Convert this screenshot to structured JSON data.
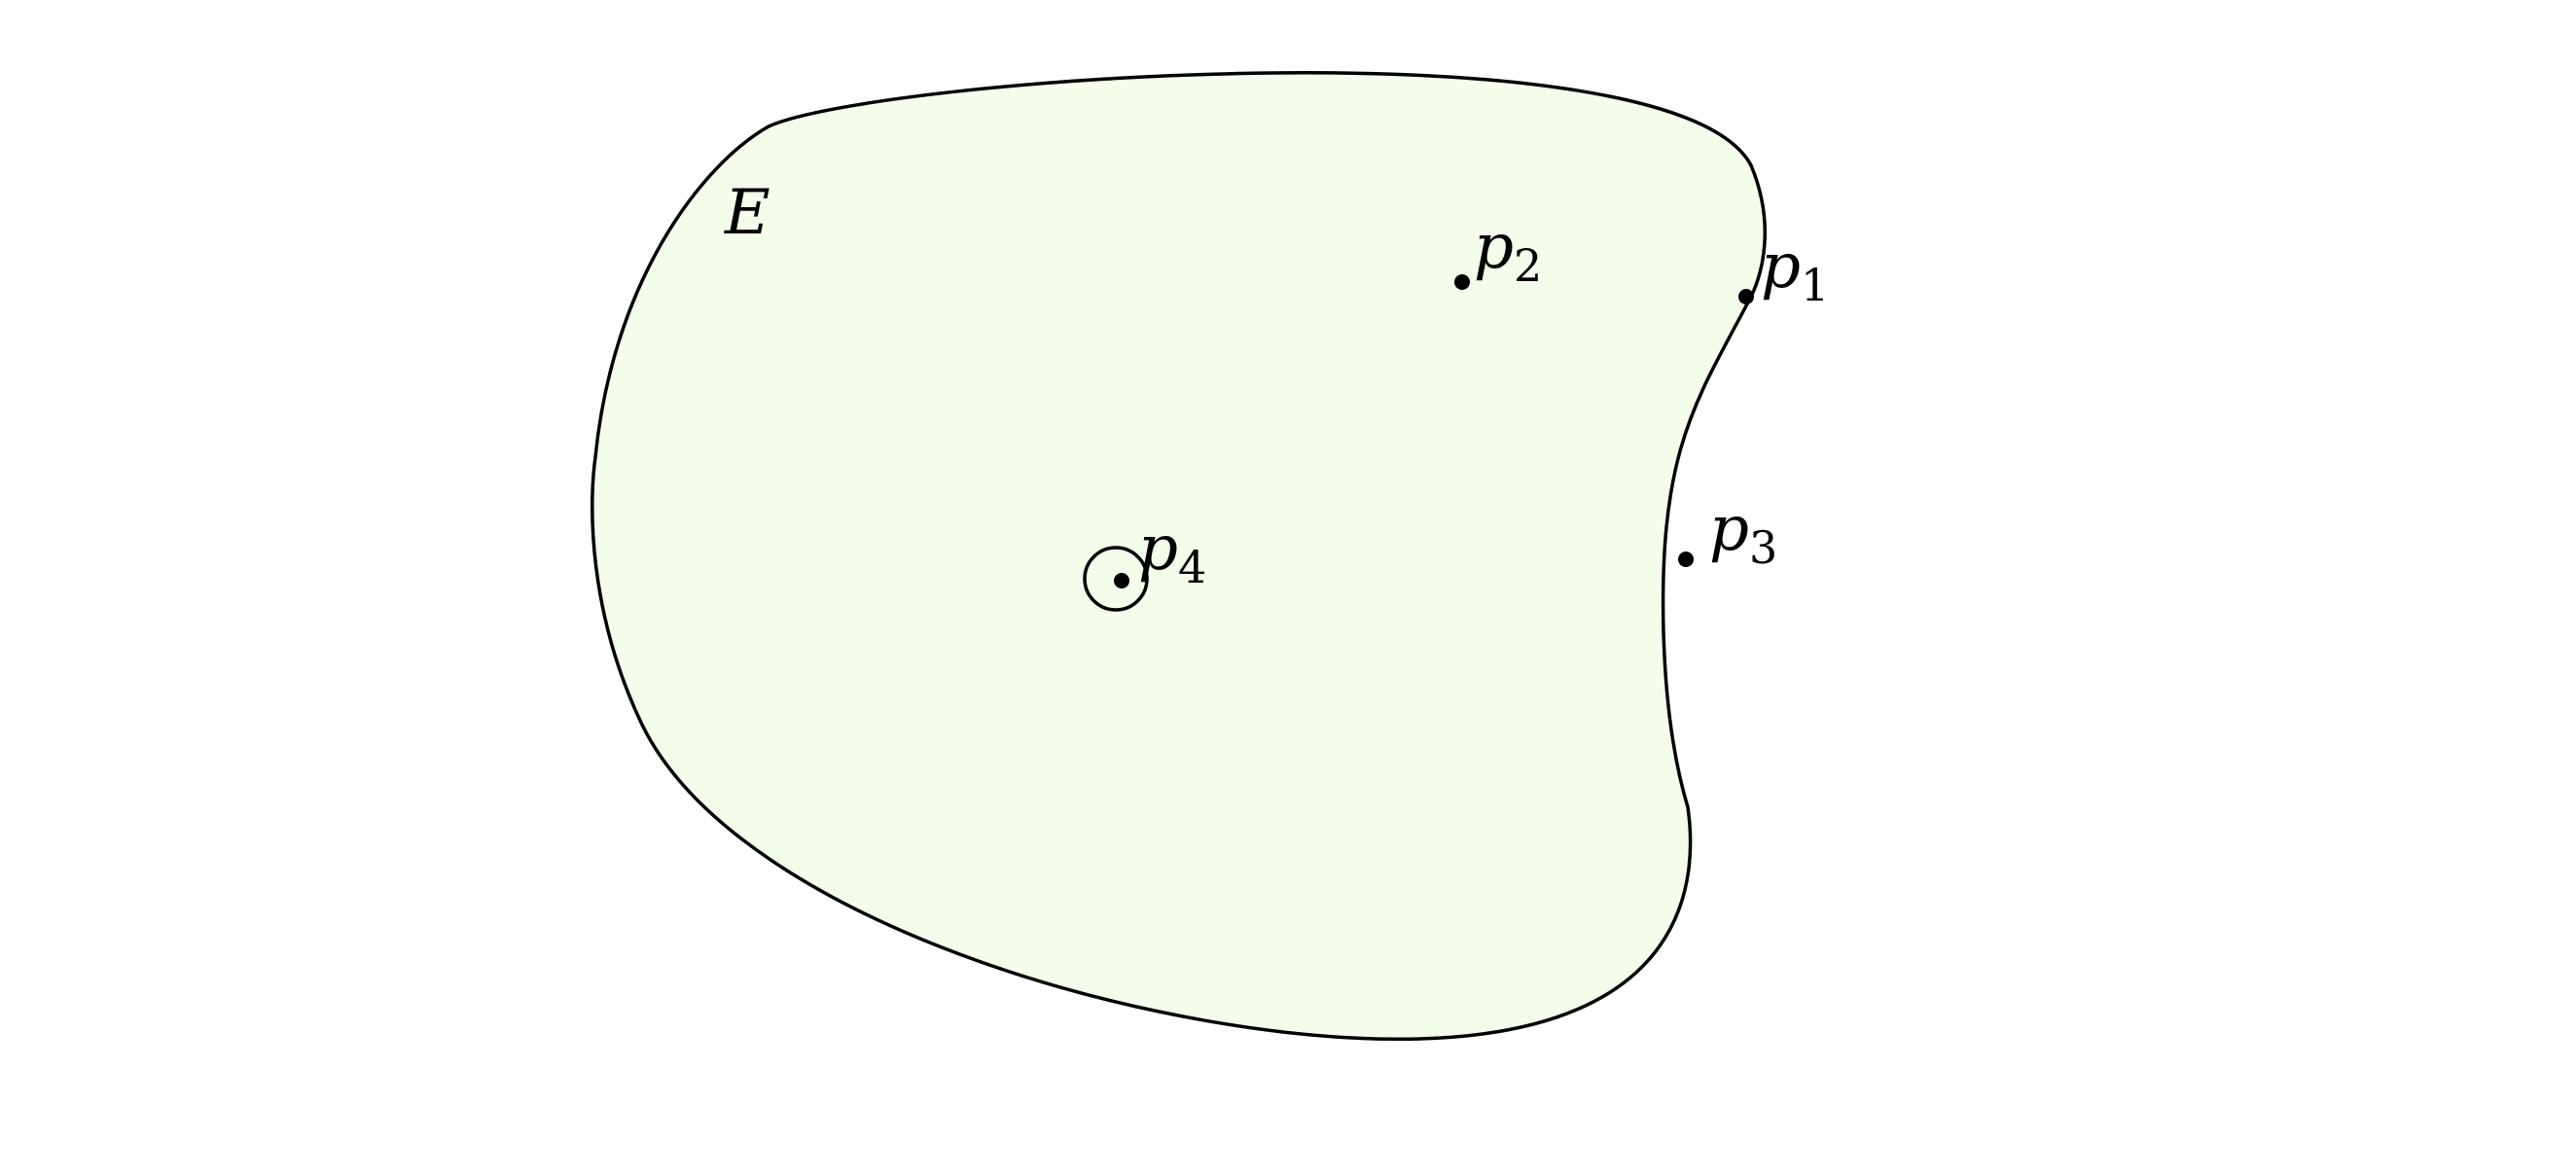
{
  "region": {
    "label": "E",
    "fill_color": "#f3fdea",
    "stroke_color": "#000000"
  },
  "points": [
    {
      "id": "p1",
      "letter": "p",
      "subscript": "1",
      "on_boundary": true
    },
    {
      "id": "p2",
      "letter": "p",
      "subscript": "2",
      "on_boundary": false
    },
    {
      "id": "p3",
      "letter": "p",
      "subscript": "3",
      "on_boundary": false
    },
    {
      "id": "p4",
      "letter": "p",
      "subscript": "4",
      "on_boundary": false,
      "neighborhood": true
    }
  ]
}
